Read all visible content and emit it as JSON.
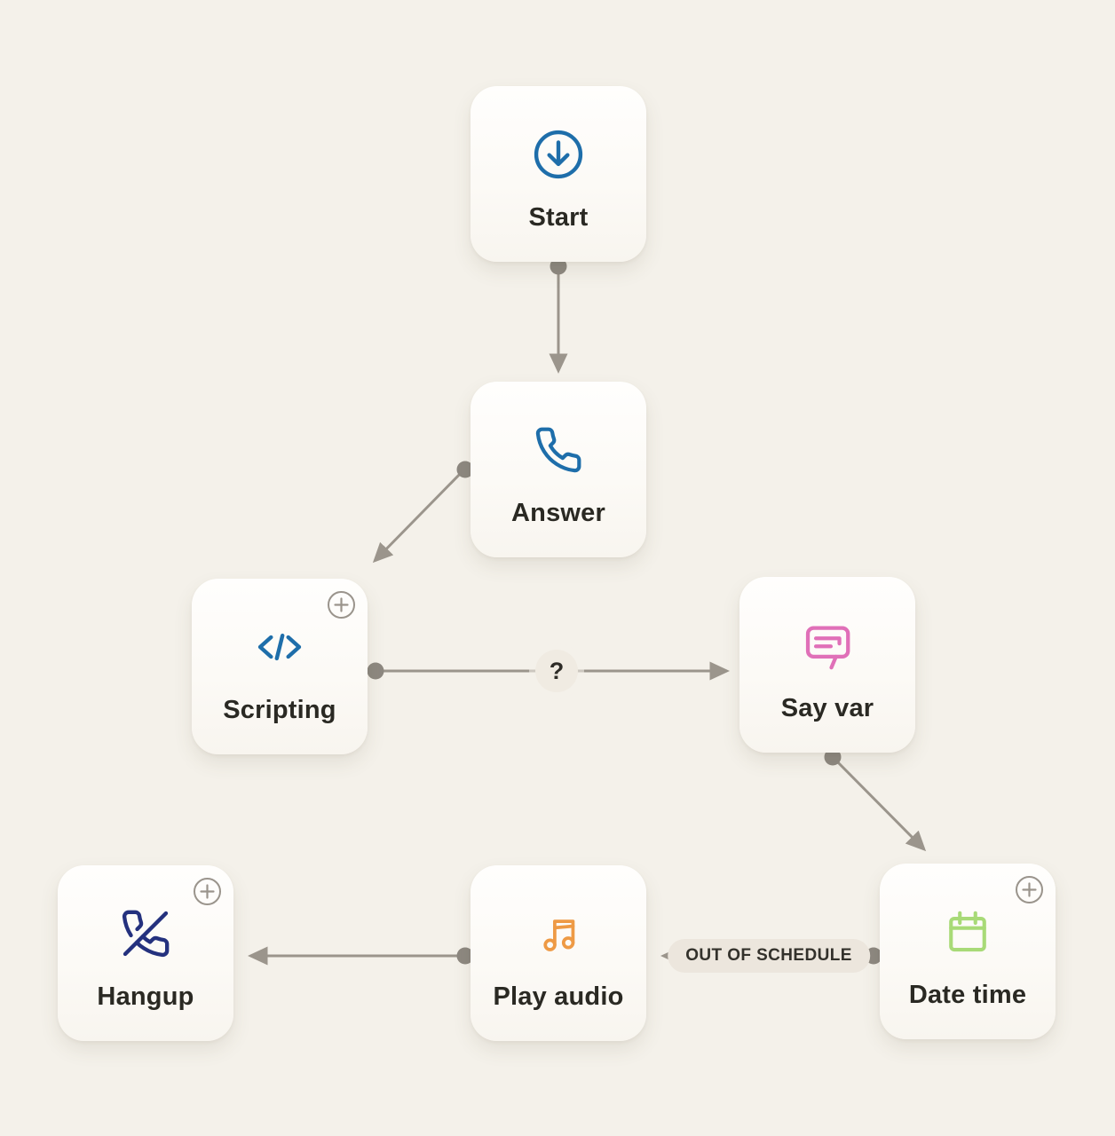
{
  "canvas": {
    "background_color": "#f4f1ea",
    "edge_line_color": "#9b958c",
    "connection_dot_color": "#8d8880"
  },
  "nodes": [
    {
      "id": "start",
      "label": "Start",
      "icon": "download-circle-icon",
      "icon_color": "#1e6eaa",
      "has_add_button": false
    },
    {
      "id": "answer",
      "label": "Answer",
      "icon": "phone-icon",
      "icon_color": "#1e6eaa",
      "has_add_button": false
    },
    {
      "id": "scripting",
      "label": "Scripting",
      "icon": "code-icon",
      "icon_color": "#1e6eaa",
      "has_add_button": true
    },
    {
      "id": "say_var",
      "label": "Say var",
      "icon": "speech-bubble-icon",
      "icon_color": "#e070b8",
      "has_add_button": false
    },
    {
      "id": "date_time",
      "label": "Date time",
      "icon": "calendar-icon",
      "icon_color": "#a8da77",
      "has_add_button": true
    },
    {
      "id": "play_audio",
      "label": "Play audio",
      "icon": "music-note-icon",
      "icon_color": "#ee9a45",
      "has_add_button": false
    },
    {
      "id": "hangup",
      "label": "Hangup",
      "icon": "phone-off-icon",
      "icon_color": "#24317e",
      "has_add_button": true
    }
  ],
  "edges": [
    {
      "from": "start",
      "to": "answer",
      "label": ""
    },
    {
      "from": "answer",
      "to": "scripting",
      "label": ""
    },
    {
      "from": "scripting",
      "to": "say_var",
      "label": "?"
    },
    {
      "from": "say_var",
      "to": "date_time",
      "label": ""
    },
    {
      "from": "date_time",
      "to": "play_audio",
      "label": "OUT OF SCHEDULE"
    },
    {
      "from": "play_audio",
      "to": "hangup",
      "label": ""
    }
  ],
  "add_button": {
    "icon": "plus-icon"
  }
}
